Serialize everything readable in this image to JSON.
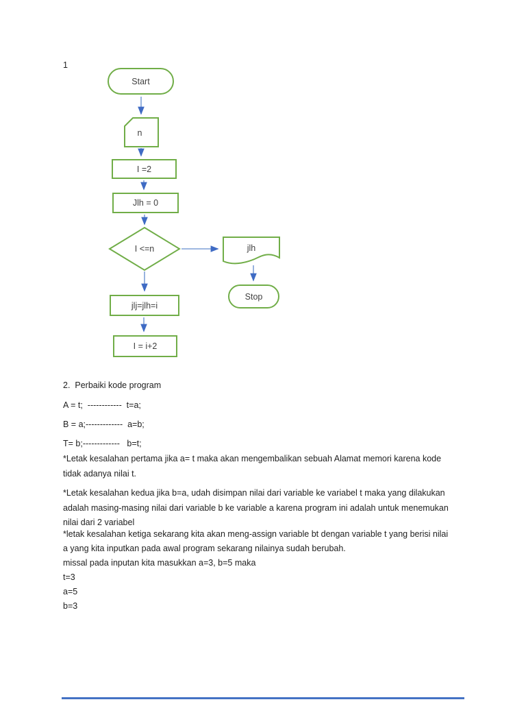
{
  "page": {
    "number_label": "1"
  },
  "flowchart": {
    "nodes": {
      "start": "Start",
      "input_n": "n",
      "init_i": "I =2",
      "init_jlh": "Jlh = 0",
      "decision": "I <=n",
      "output_jlh": "jlh",
      "stop": "Stop",
      "process": "jlj=jlh=i",
      "increment": "I = i+2"
    },
    "colors": {
      "shape_border": "#70ad47",
      "arrow_line": "#7d9fd6",
      "arrow_head": "#3f6bc4",
      "label_text": "#3f3f3f"
    }
  },
  "section": {
    "heading": "2.  Perbaiki kode program",
    "code_lines": [
      "A = t;  ------------  t=a;",
      "B = a;-------------  a=b;",
      "T= b;-------------   b=t;"
    ],
    "paragraphs": [
      "*Letak kesalahan pertama jika a= t maka akan mengembalikan sebuah Alamat memori karena kode\ntidak adanya nilai t.",
      "*Letak kesalahan kedua jika b=a, udah disimpan nilai dari variable ke variabel t maka yang dilakukan\nadalah masing-masing nilai dari variable b ke variable a karena program ini adalah untuk menemukan\nnilai dari 2 variabel",
      "*letak kesalahan ketiga sekarang kita akan meng-assign variable bt dengan variable t yang berisi nilai\na yang kita inputkan pada awal program sekarang nilainya sudah berubah.\nmissal pada inputan kita masukkan a=3, b=5 maka\nt=3\na=5\nb=3"
    ]
  }
}
